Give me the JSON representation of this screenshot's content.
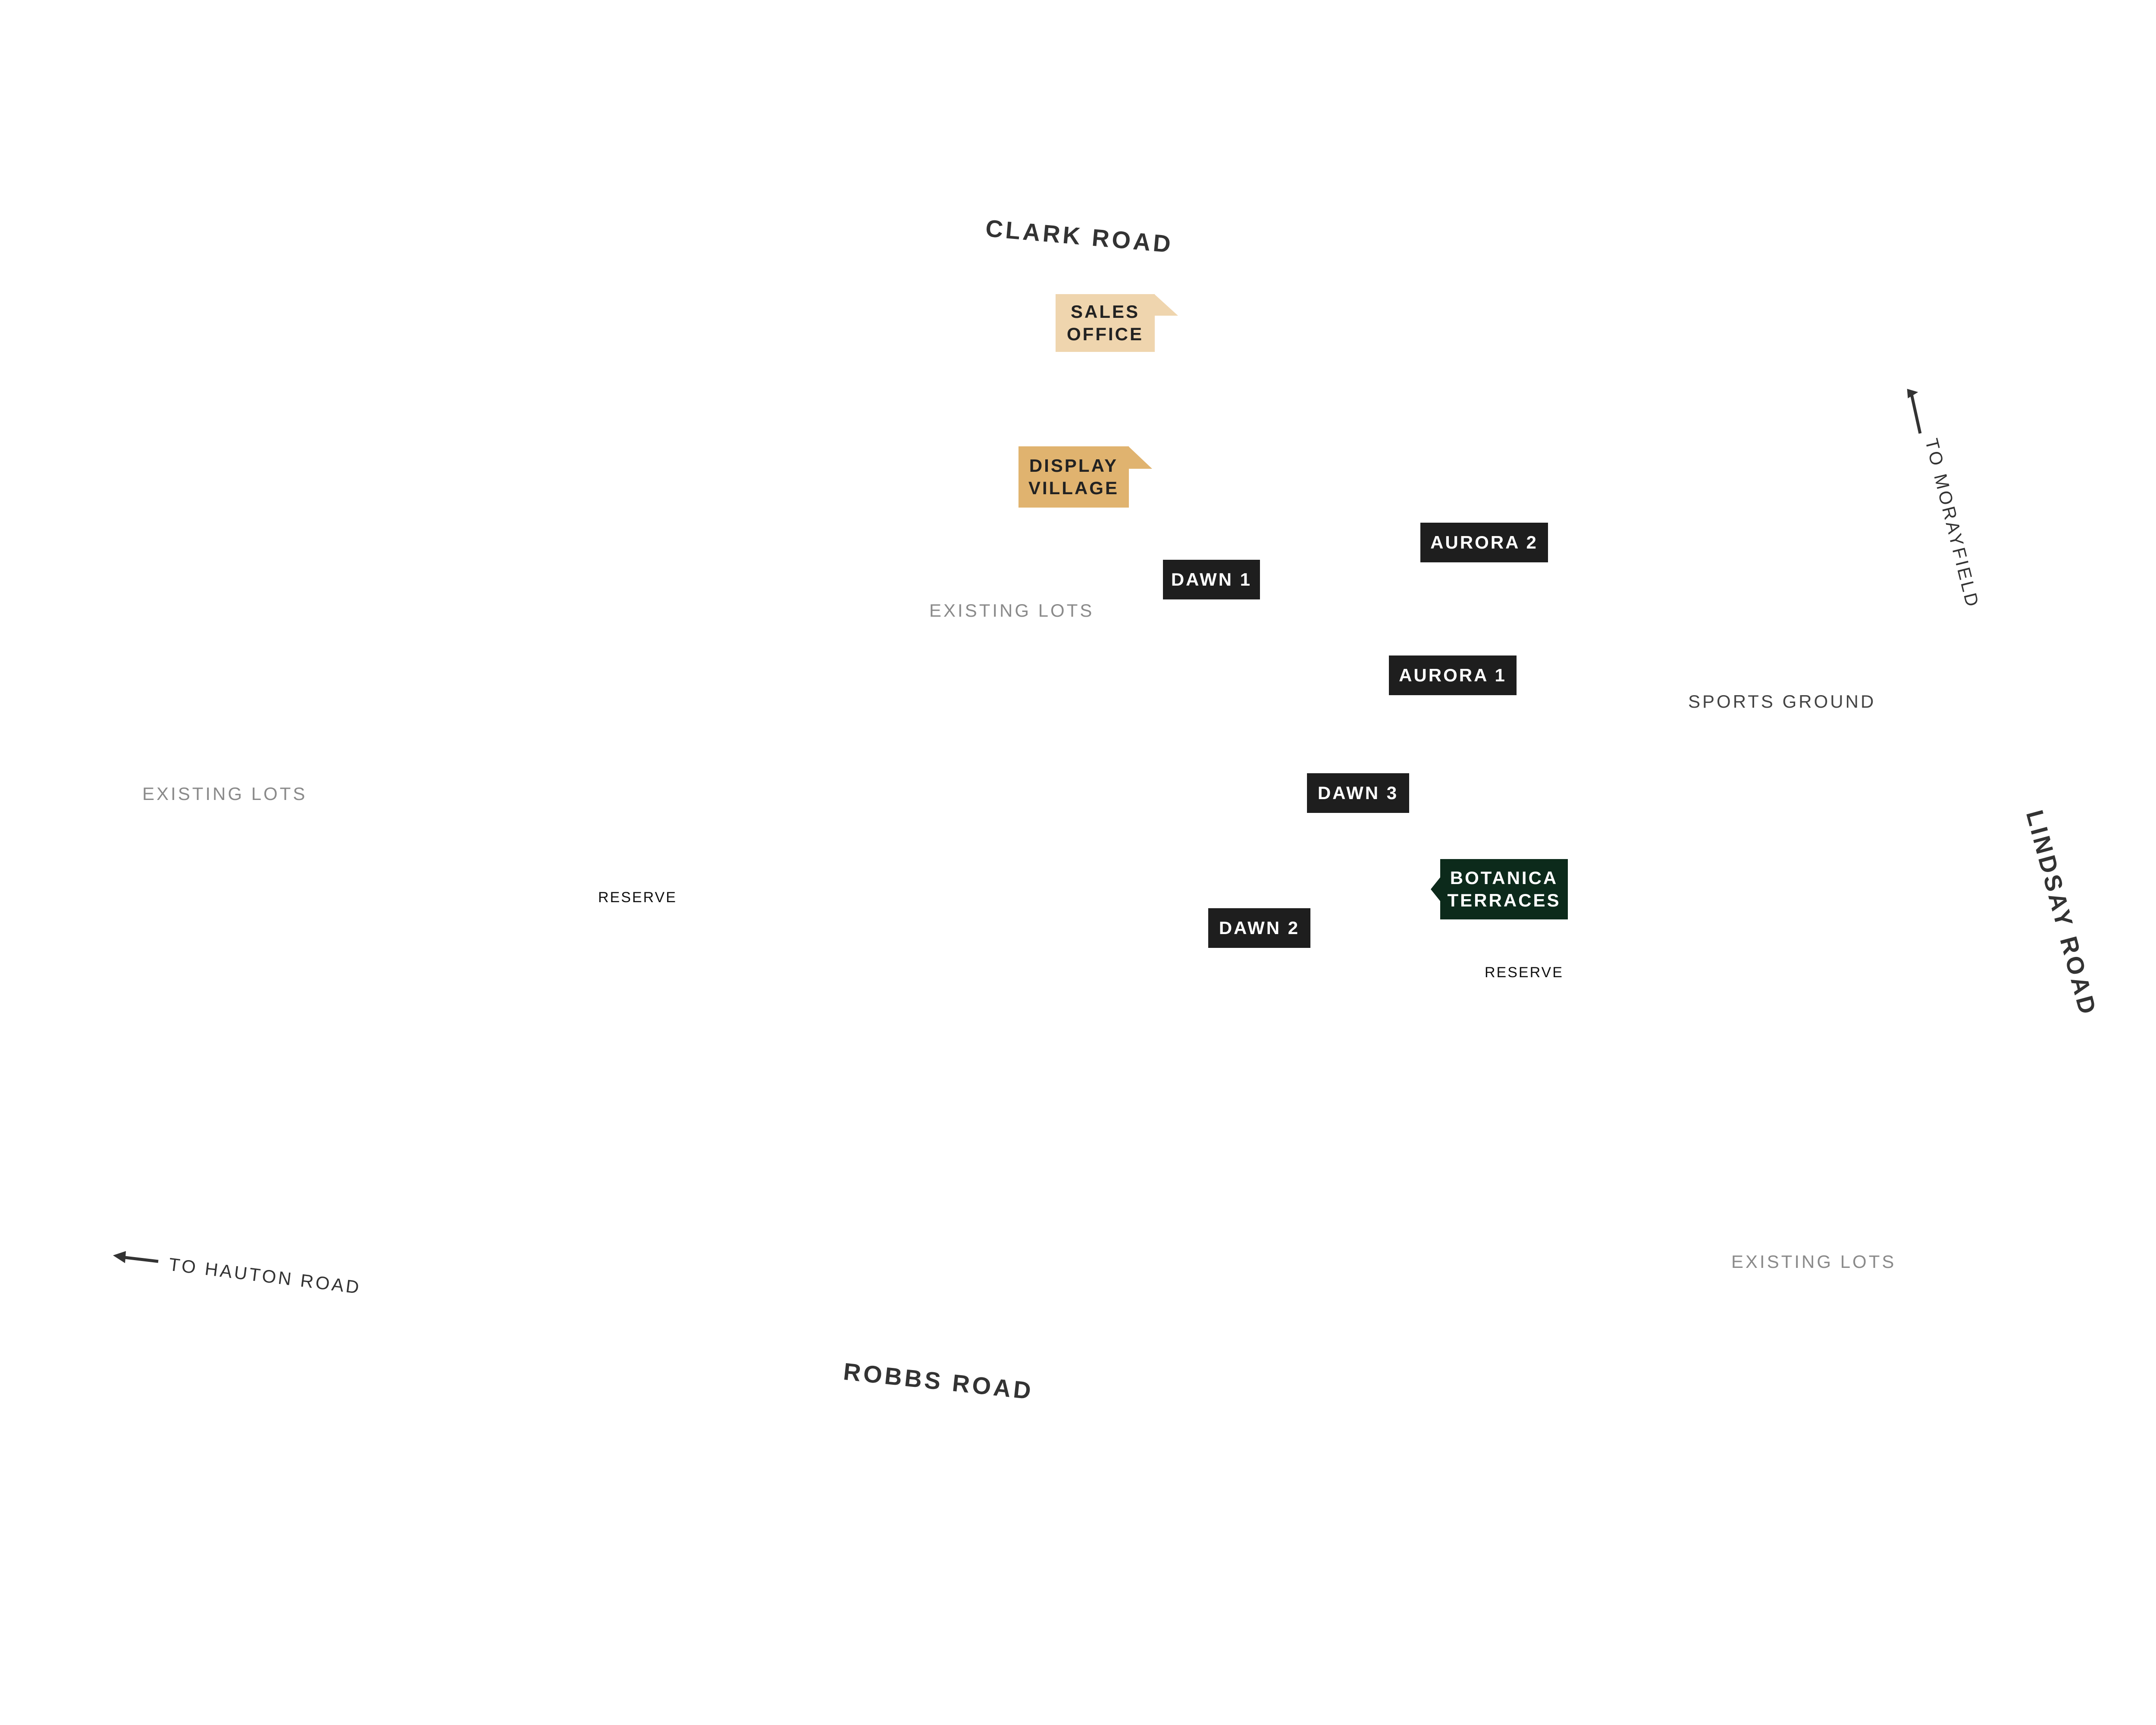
{
  "roads": {
    "clark": "CLARK ROAD",
    "robbs": "ROBBS ROAD",
    "lindsay": "LINDSAY ROAD"
  },
  "directions": {
    "morayfield": "TO MORAYFIELD",
    "hauton": "TO HAUTON ROAD"
  },
  "areas": {
    "existing_lots_center": "EXISTING LOTS",
    "existing_lots_west": "EXISTING LOTS",
    "existing_lots_southeast": "EXISTING LOTS",
    "sports_ground": "SPORTS GROUND",
    "reserve_west": "RESERVE",
    "reserve_east": "RESERVE"
  },
  "markers": {
    "sales_office": {
      "line1": "SALES",
      "line2": "OFFICE"
    },
    "display_village": {
      "line1": "DISPLAY",
      "line2": "VILLAGE"
    },
    "dawn_1": "DAWN 1",
    "dawn_2": "DAWN 2",
    "dawn_3": "DAWN 3",
    "aurora_1": "AURORA 1",
    "aurora_2": "AURORA 2",
    "botanica": {
      "line1": "BOTANICA",
      "line2": "TERRACES"
    }
  },
  "colors": {
    "stage_marker": "#1e1e1e",
    "botanica_marker": "#0c2a1b",
    "sales_office": "#efd5ae",
    "display_village": "#e0b36f",
    "road_text": "#333333",
    "area_text": "#8a8a8a"
  }
}
